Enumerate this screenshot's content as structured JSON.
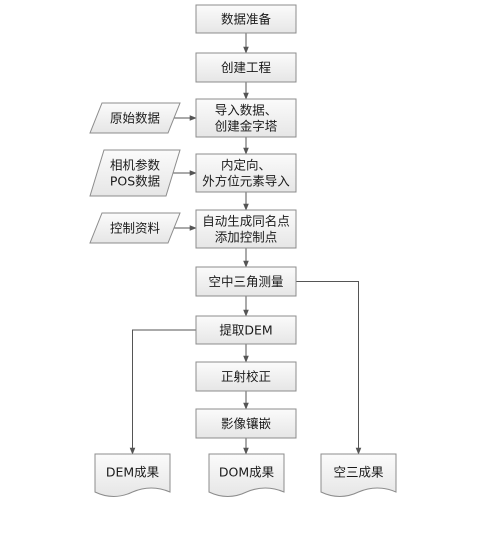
{
  "process": [
    {
      "id": "prep",
      "lines": [
        "数据准备"
      ]
    },
    {
      "id": "project",
      "lines": [
        "创建工程"
      ]
    },
    {
      "id": "import",
      "lines": [
        "导入数据、",
        "创建金字塔"
      ]
    },
    {
      "id": "orient",
      "lines": [
        "内定向、",
        "外方位元素导入"
      ]
    },
    {
      "id": "tiepoints",
      "lines": [
        "自动生成同名点",
        "添加控制点"
      ]
    },
    {
      "id": "aerotri",
      "lines": [
        "空中三角测量"
      ]
    },
    {
      "id": "dem",
      "lines": [
        "提取DEM"
      ]
    },
    {
      "id": "ortho",
      "lines": [
        "正射校正"
      ]
    },
    {
      "id": "mosaic",
      "lines": [
        "影像镶嵌"
      ]
    }
  ],
  "inputs": [
    {
      "id": "raw",
      "lines": [
        "原始数据"
      ]
    },
    {
      "id": "camera",
      "lines": [
        "相机参数",
        "POS数据"
      ]
    },
    {
      "id": "control",
      "lines": [
        "控制资料"
      ]
    }
  ],
  "outputs": [
    {
      "id": "demout",
      "lines": [
        "DEM成果"
      ]
    },
    {
      "id": "domout",
      "lines": [
        "DOM成果"
      ]
    },
    {
      "id": "aeroout",
      "lines": [
        "空三成果"
      ]
    }
  ]
}
